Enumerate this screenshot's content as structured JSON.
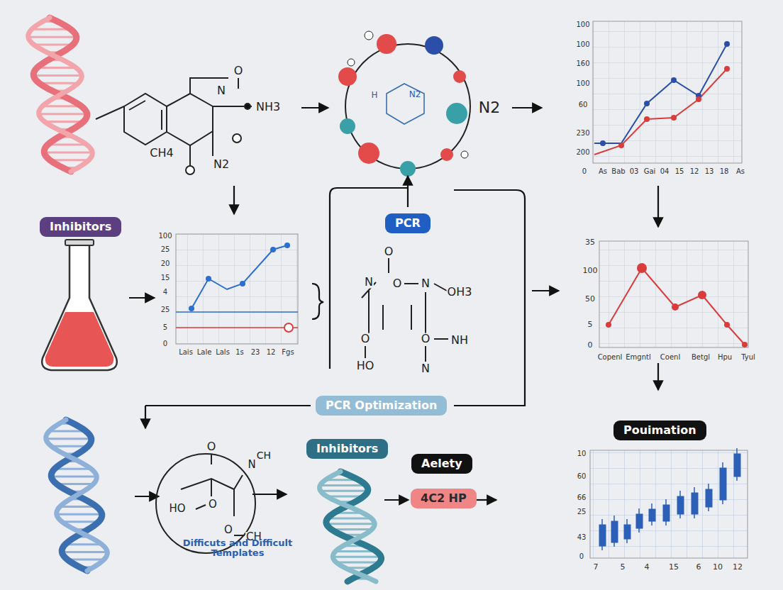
{
  "diagram": {
    "nodes": [
      {
        "text": [
          "Inhibitors"
        ]
      },
      {
        "text": [
          "PCR"
        ]
      },
      {
        "text": [
          "PCR Optimization"
        ]
      },
      {
        "text": [
          "Inhibitors"
        ]
      },
      {
        "text": [
          "Aelety"
        ]
      },
      {
        "text": [
          "4C2 HP"
        ]
      },
      {
        "text": [
          "Pouimation"
        ]
      }
    ],
    "labels": [
      "O",
      "N",
      "NH3",
      "CH4",
      "N2",
      "H",
      "N2",
      "N2",
      "100",
      "100",
      "160",
      "100",
      "60",
      "230",
      "200",
      "0",
      "As",
      "Bab",
      "03",
      "Gai",
      "04",
      "15",
      "12",
      "13",
      "18",
      "As",
      "100",
      "25",
      "20",
      "15",
      "4",
      "25",
      "5",
      "0",
      "Lais",
      "Lale",
      "Lals",
      "1s",
      "23",
      "12",
      "Fgs",
      "O",
      "N",
      "O",
      "N",
      "OH3",
      "O",
      "O",
      "NH",
      "HO",
      "N",
      "35",
      "100",
      "50",
      "5",
      "0",
      "Copenl",
      "Emgntl",
      "Coenl",
      "Betgl",
      "Hpu",
      "Tyul",
      "O",
      "N",
      "CH",
      "HO",
      "O",
      "O",
      "CH",
      "Difficuts and Difficult Templates",
      "10",
      "60",
      "66",
      "25",
      "43",
      "0",
      "7",
      "5",
      "4",
      "15",
      "6",
      "10",
      "12"
    ]
  }
}
